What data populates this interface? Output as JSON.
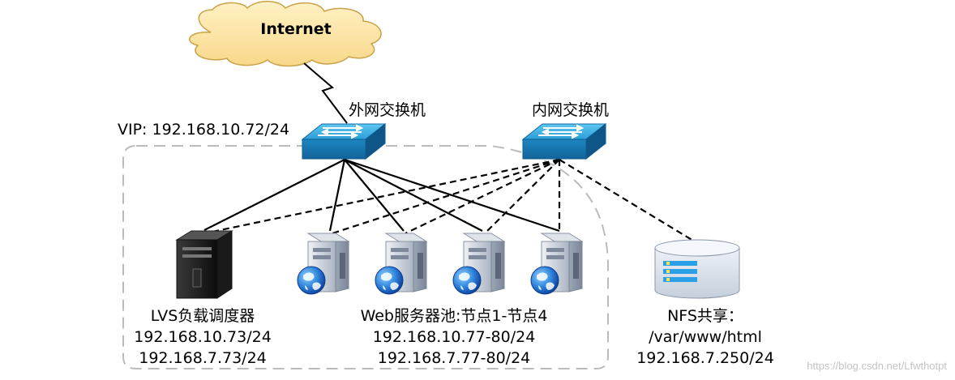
{
  "cloud": {
    "label": "Internet"
  },
  "switches": {
    "external": {
      "label": "外网交换机"
    },
    "internal": {
      "label": "内网交换机"
    }
  },
  "vip": {
    "label": "VIP: 192.168.10.72/24"
  },
  "lvs": {
    "title": "LVS负载调度器",
    "ip1": "192.168.10.73/24",
    "ip2": "192.168.7.73/24"
  },
  "web_pool": {
    "title": "Web服务器池:节点1-节点4",
    "ip1": "192.168.10.77-80/24",
    "ip2": "192.168.7.77-80/24"
  },
  "nfs": {
    "title": "NFS共享：",
    "path": "/var/www/html",
    "ip": "192.168.7.250/24"
  },
  "watermark": "https://blog.csdn.net/Lfwthotpt",
  "colors": {
    "cloud_fill": "#fde3a0",
    "switch_blue": "#2fa8e0",
    "server_gray": "#c8cfd8",
    "globe_blue": "#1f6fd0",
    "storage_fill": "#e2e8f0"
  }
}
